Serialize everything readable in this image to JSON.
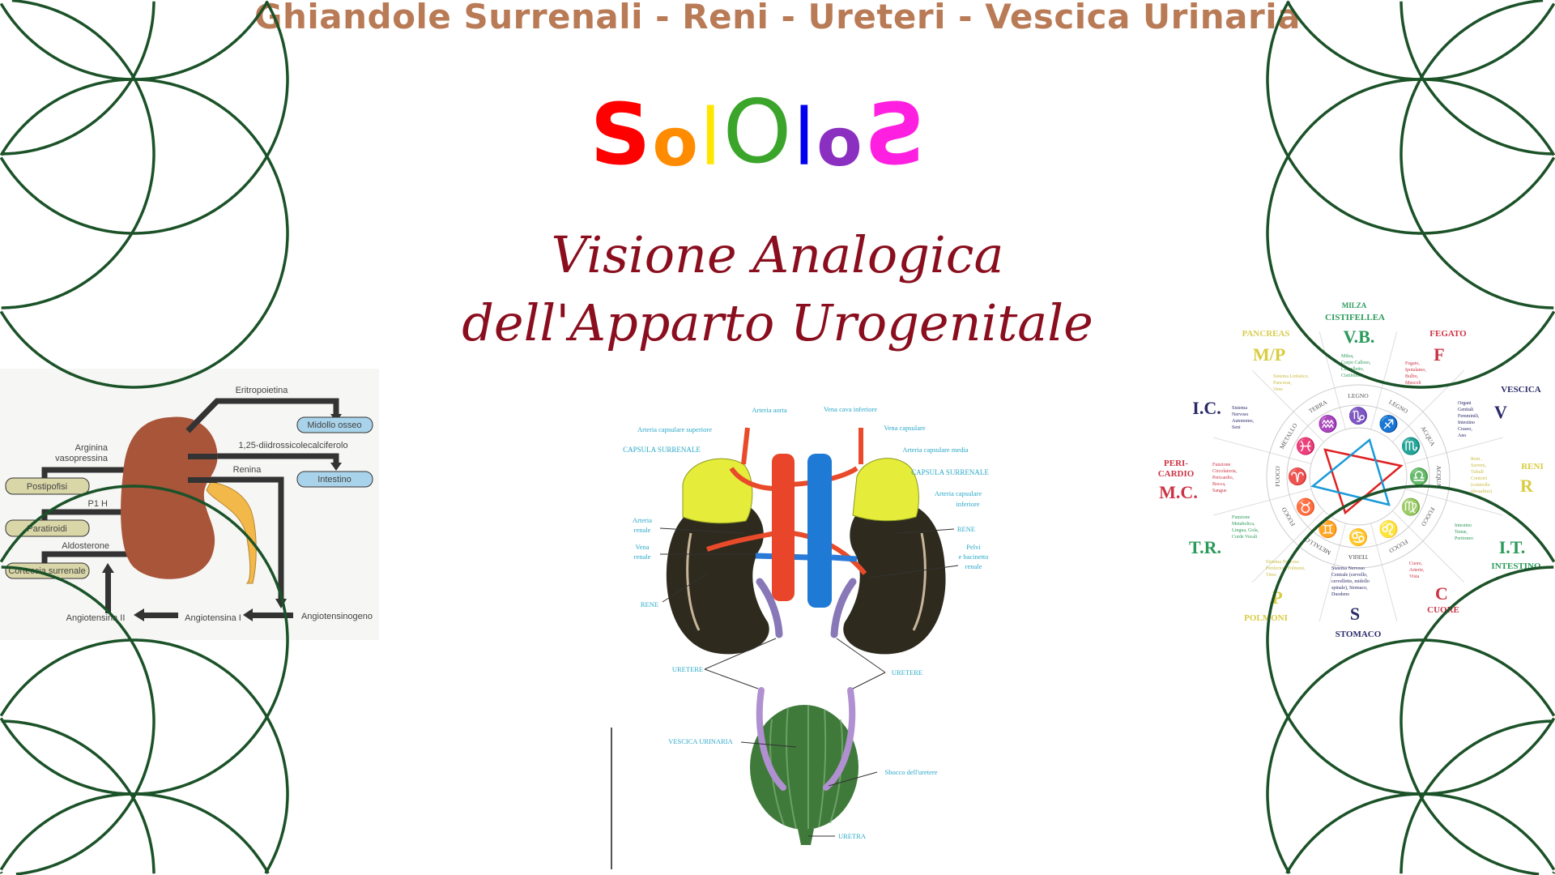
{
  "header": {
    "title": "Ghiandole Surrenali - Reni - Ureteri - Vescica Urinaria"
  },
  "logo": {
    "letters": [
      "S",
      "o",
      "l",
      "O",
      "l",
      "o",
      "S"
    ],
    "colors": [
      "#ff0000",
      "#ff8c00",
      "#ffe600",
      "#3aa52a",
      "#0000ee",
      "#8a2fc0",
      "#ff1fe0"
    ]
  },
  "subtitle": {
    "line1": "Visione Analogica",
    "line2": "dell'Apparto Urogenitale"
  },
  "colors": {
    "title": "#b97a56",
    "subtitle": "#8a0e1e",
    "flower_stroke": "#1b5228"
  },
  "kidney_diagram": {
    "eritropoietina": "Eritropoietina",
    "midollo": "Midollo osseo",
    "calciferolo": "1,25-diidrossicolecalciferolo",
    "intestino": "Intestino",
    "renina": "Renina",
    "arginina1": "Arginina",
    "arginina2": "vasopressina",
    "postipofisi": "Postipofisi",
    "p1h": "P1 H",
    "paratiroidi": "Paratiroidi",
    "aldosterone": "Aldosterone",
    "corteccia": "Corteccia surrenale",
    "angio2": "Angiotensina II",
    "angio1": "Angiotensina I",
    "angiogeno": "Angiotensinogeno"
  },
  "anatomy": {
    "aorta": "Arteria aorta",
    "cava": "Vena cava inferiore",
    "cap_sup": "Arteria capsulare superiore",
    "vena_caps": "Vena capsulare",
    "caps_l": "CAPSULA SURRENALE",
    "cap_media": "Arteria capsulare media",
    "caps_r": "CAPSULA SURRENALE",
    "cap_inf1": "Arteria capsulare",
    "cap_inf2": "inferiore",
    "art_ren1": "Arteria",
    "art_ren2": "renale",
    "ven_ren1": "Vena",
    "ven_ren2": "renale",
    "rene_r": "RENE",
    "pelvi1": "Pelvi",
    "pelvi2": "e bacinetto",
    "pelvi3": "renale",
    "rene_l": "RENE",
    "uretere_l": "URETERE",
    "uretere_r": "URETERE",
    "vescica": "VESCICA URINARIA",
    "sbocco": "Sbocco dell'uretere",
    "uretra": "URETRA"
  },
  "wheel": {
    "organs": {
      "milza": "MILZA",
      "cistifellea": "CISTIFELLEA",
      "vb": "V.B.",
      "pancreas": "PANCREAS",
      "mp": "M/P",
      "fegato": "FEGATO",
      "f": "F",
      "vescica": "VESCICA",
      "v": "V",
      "ic": "I.C.",
      "peri": "PERI-",
      "cardio": "CARDIO",
      "mc": "M.C.",
      "reni": "RENI",
      "r": "R",
      "tr": "T.R.",
      "it": "I.T.",
      "intestino": "INTESTINO",
      "p": "P",
      "polmoni": "POLMONI",
      "s": "S",
      "stomaco": "STOMACO",
      "c": "C",
      "cuore": "CUORE"
    },
    "notes": {
      "vb": [
        "Milza,",
        "Corpo Calloso,",
        "Cervelletto,",
        "Cistifellea"
      ],
      "mp": [
        "Sistema Linfatico,",
        "Pancreas,",
        "Vene"
      ],
      "f": [
        "Fegato,",
        "Ipotalamo,",
        "Bulbo,",
        "Muscoli"
      ],
      "v": [
        "Organi",
        "Genitali",
        "Femminili,",
        "Intestino",
        "Crasso,",
        "Ano"
      ],
      "ic": [
        "Sistema",
        "Nervoso",
        "Autonomo,",
        "Seni"
      ],
      "mc": [
        "Funzione",
        "Circolatoria,",
        "Pericardio,",
        "Bocca,",
        "Sangue"
      ],
      "r": [
        "Reni ,",
        "Surreni,",
        "Tubuli",
        "Contorti",
        "(controllo",
        "idrosalino)"
      ],
      "tr": [
        "Funzione",
        "Metabolica,",
        "Lingua, Gola,",
        "Corde Vocali"
      ],
      "it": [
        "Intestino",
        "Tenue,",
        "Peritoneo"
      ],
      "p": [
        "Sistema Nervoso",
        "Periferico, Polmoni,",
        "Timo"
      ],
      "s": [
        "Sistema Nervoso",
        "Centrale (cervello,",
        "cervelletto, midollo",
        "spinale), Stomaco,",
        "Duodeno"
      ],
      "c": [
        "Cuore,",
        "Arterie,",
        "Vista"
      ]
    },
    "elements": [
      "LEGNO",
      "LEGNO",
      "ACQUA",
      "ACQUA",
      "FUOCO",
      "FUOCO",
      "TERRA",
      "METALLO",
      "FUOCO",
      "FUOCO",
      "METALLO",
      "TERRA"
    ],
    "zodiac": [
      "♑",
      "♐",
      "♏",
      "♎",
      "♍",
      "♌",
      "♋",
      "♊",
      "♉",
      "♈",
      "♓",
      "♒"
    ],
    "zodiac_colors": [
      "#2a9a5a",
      "#cc3333",
      "#2a2a7a",
      "#e0d020",
      "#2a9a5a",
      "#cc3333",
      "#2a2a7a",
      "#e0d020",
      "#2a9a5a",
      "#cc3333",
      "#2a2a7a",
      "#e0d020"
    ]
  }
}
